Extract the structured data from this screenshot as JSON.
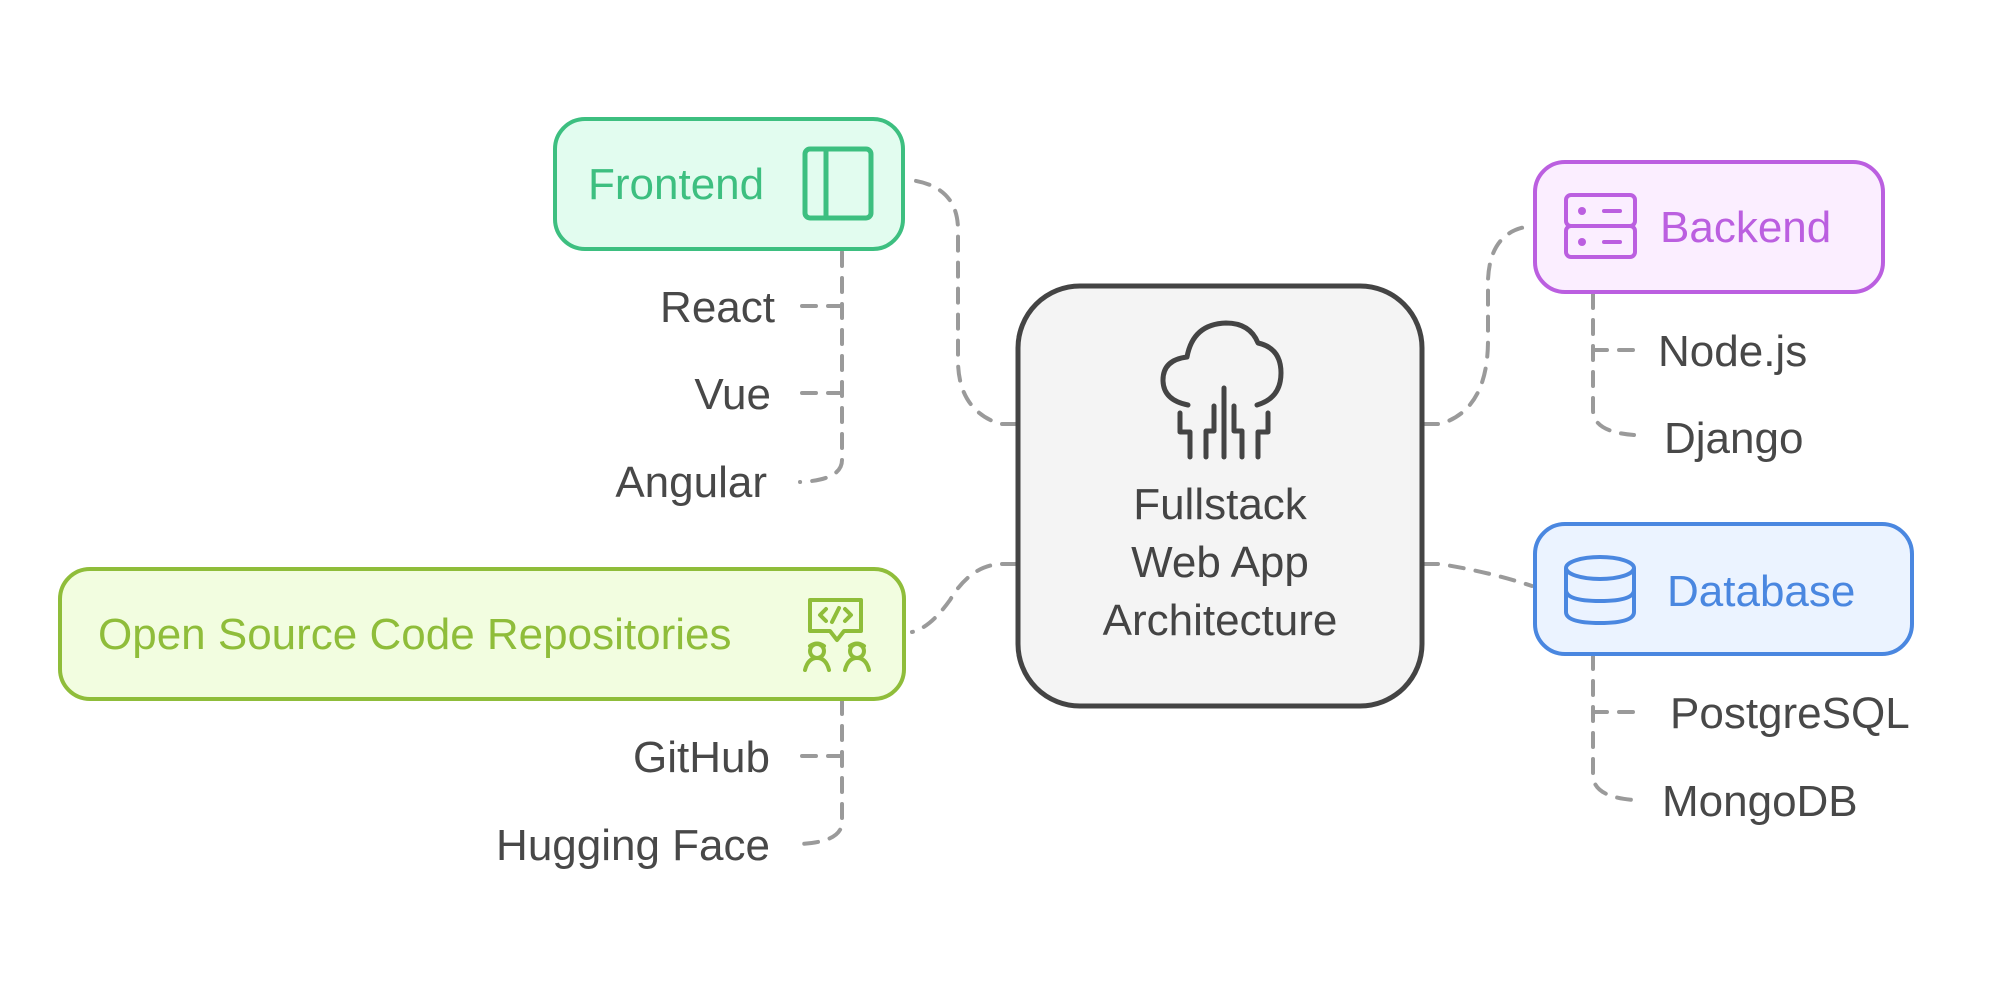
{
  "center": {
    "title_lines": [
      "Fullstack",
      "Web App",
      "Architecture"
    ],
    "icon": "cloud-circuit-icon",
    "color": "#444444",
    "fill": "#f4f4f4"
  },
  "branches": [
    {
      "id": "frontend",
      "label": "Frontend",
      "icon": "sidebar-layout-icon",
      "color": "#3dbf80",
      "fill": "#e2fcef",
      "children": [
        "React",
        "Vue",
        "Angular"
      ]
    },
    {
      "id": "open-source",
      "label": "Open Source Code Repositories",
      "icon": "code-collaboration-icon",
      "color": "#8fbd3a",
      "fill": "#f2fde0",
      "children": [
        "GitHub",
        "Hugging Face"
      ]
    },
    {
      "id": "backend",
      "label": "Backend",
      "icon": "server-icon",
      "color": "#bb5fe0",
      "fill": "#fbeeff",
      "children": [
        "Node.js",
        "Django"
      ]
    },
    {
      "id": "database",
      "label": "Database",
      "icon": "database-icon",
      "color": "#4a87e0",
      "fill": "#ebf3ff",
      "children": [
        "PostgreSQL",
        "MongoDB"
      ]
    }
  ],
  "leaf_text_color": "#484848",
  "connector_color": "#9a9a9a"
}
